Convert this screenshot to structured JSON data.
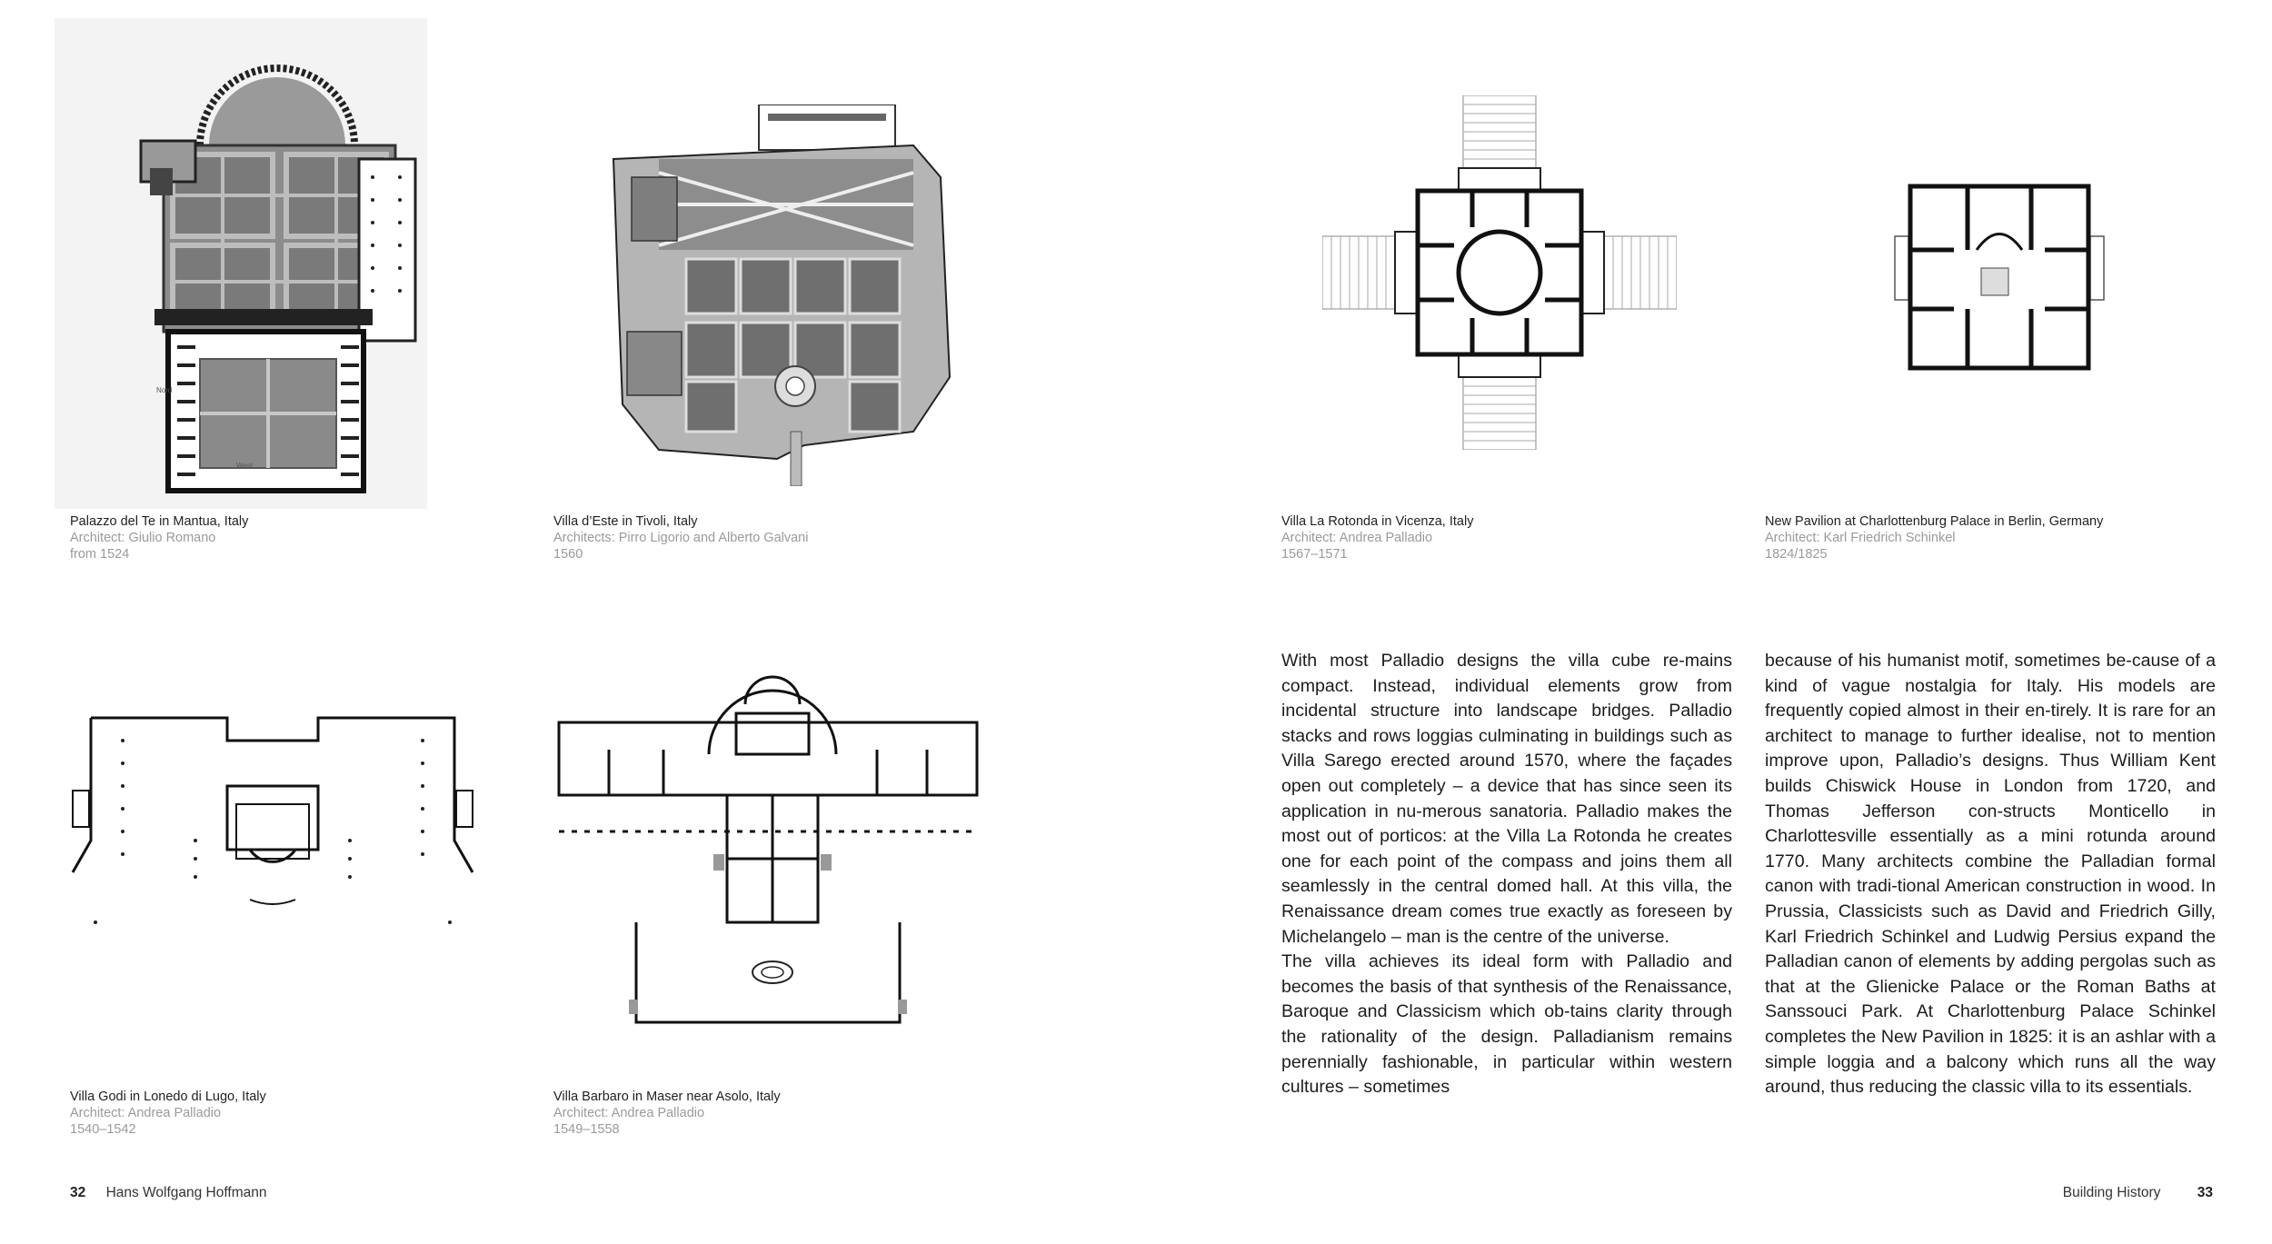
{
  "captions": [
    {
      "title": "Palazzo del Te in Mantua, Italy",
      "architect": "Architect: Giulio Romano",
      "date": "from 1524"
    },
    {
      "title": "Villa d’Este in Tivoli, Italy",
      "architect": "Architects: Pirro Ligorio and Alberto Galvani",
      "date": "1560"
    },
    {
      "title": "Villa La Rotonda in Vicenza, Italy",
      "architect": "Architect: Andrea Palladio",
      "date": "1567–1571"
    },
    {
      "title": "New Pavilion at Charlottenburg Palace in Berlin, Germany",
      "architect": "Architect: Karl Friedrich Schinkel",
      "date": "1824/1825"
    },
    {
      "title": "Villa Godi in Lonedo di Lugo, Italy",
      "architect": "Architect: Andrea Palladio",
      "date": "1540–1542"
    },
    {
      "title": "Villa Barbaro in Maser near Asolo, Italy",
      "architect": "Architect: Andrea Palladio",
      "date": "1549–1558"
    }
  ],
  "body": {
    "col1_p1": "With most Palladio designs the villa cube re-mains compact. Instead, individual elements grow from incidental structure into landscape bridges. Palladio stacks and rows loggias culminating in buildings such as Villa Sarego erected around 1570, where the façades open out completely – a device that has since seen its application in nu-merous sanatoria. Palladio makes the most out of porticos: at the Villa La Rotonda he creates one for each point of the compass and joins them all seamlessly in the central domed hall. At this villa, the Renaissance dream comes true exactly as foreseen by Michelangelo – man is the centre of the universe.",
    "col1_p2": "The villa achieves its ideal form with Palladio and becomes the basis of that synthesis of the Renaissance, Baroque and Classicism which ob-tains clarity through the rationality of the design. Palladianism remains perennially fashionable, in particular within western cultures – sometimes",
    "col2_p1": "because of his humanist motif, sometimes be-cause of a kind of vague nostalgia for Italy. His models are frequently copied almost in their en-tirely. It is rare for an architect to manage to further idealise, not to mention improve upon, Palladio’s designs. Thus William Kent builds Chiswick House in London from 1720, and Thomas Jefferson con-structs Monticello in Charlottesville essentially as a mini rotunda around 1770. Many architects combine the Palladian formal canon with tradi-tional American construction in wood. In Prussia, Classicists such as David and Friedrich Gilly, Karl Friedrich Schinkel and Ludwig Persius expand the Palladian canon of elements by adding pergolas such as that at the Glienicke Palace or the Roman Baths at Sanssouci Park. At Charlottenburg Palace Schinkel completes the New Pavilion in 1825: it is an ashlar with a simple loggia and a balcony which runs all the way around, thus reducing the classic villa to its essentials."
  },
  "plan_labels": {
    "nord": "Nord",
    "west": "West"
  },
  "footer": {
    "left_page_number": "32",
    "left_author": "Hans Wolfgang Hoffmann",
    "right_section": "Building History",
    "right_page_number": "33"
  }
}
